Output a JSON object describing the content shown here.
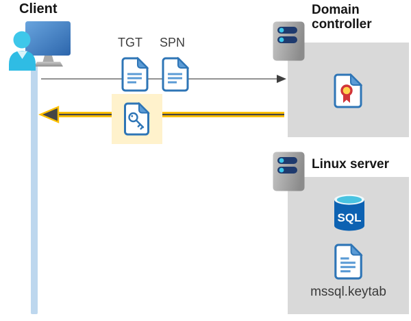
{
  "client": {
    "label": "Client"
  },
  "flow": {
    "tgt_label": "TGT",
    "spn_label": "SPN"
  },
  "domain_controller": {
    "label": "Domain controller"
  },
  "linux_server": {
    "label": "Linux server",
    "sql_label": "SQL",
    "keytab_label": "mssql.keytab"
  },
  "icons": {
    "client": "client-workstation-icon",
    "request": "request-arrow-right",
    "response": "response-arrow-left-highlighted",
    "tgt": "tgt-document-icon",
    "spn": "spn-document-icon",
    "key": "key-document-icon",
    "server": "server-icon",
    "certificate": "certificate-document-icon",
    "sql": "sql-database-icon",
    "keytab": "keytab-document-icon"
  },
  "colors": {
    "highlight_yellow": "#fff2cc",
    "arrow_yellow": "#ffc000",
    "arrow_dark": "#454545",
    "request_gray": "#6e6e6e",
    "box_gray": "#d9d9d9",
    "timeline_blue": "#bdd7ee",
    "document_blue": "#2e75b6",
    "document_fill_blue": "#5b9bd5",
    "accent_cyan": "#3cc6ea",
    "server_navy": "#1e3a6e",
    "ribbon_red": "#d13438",
    "sql_body_blue": "#0d62b2"
  }
}
